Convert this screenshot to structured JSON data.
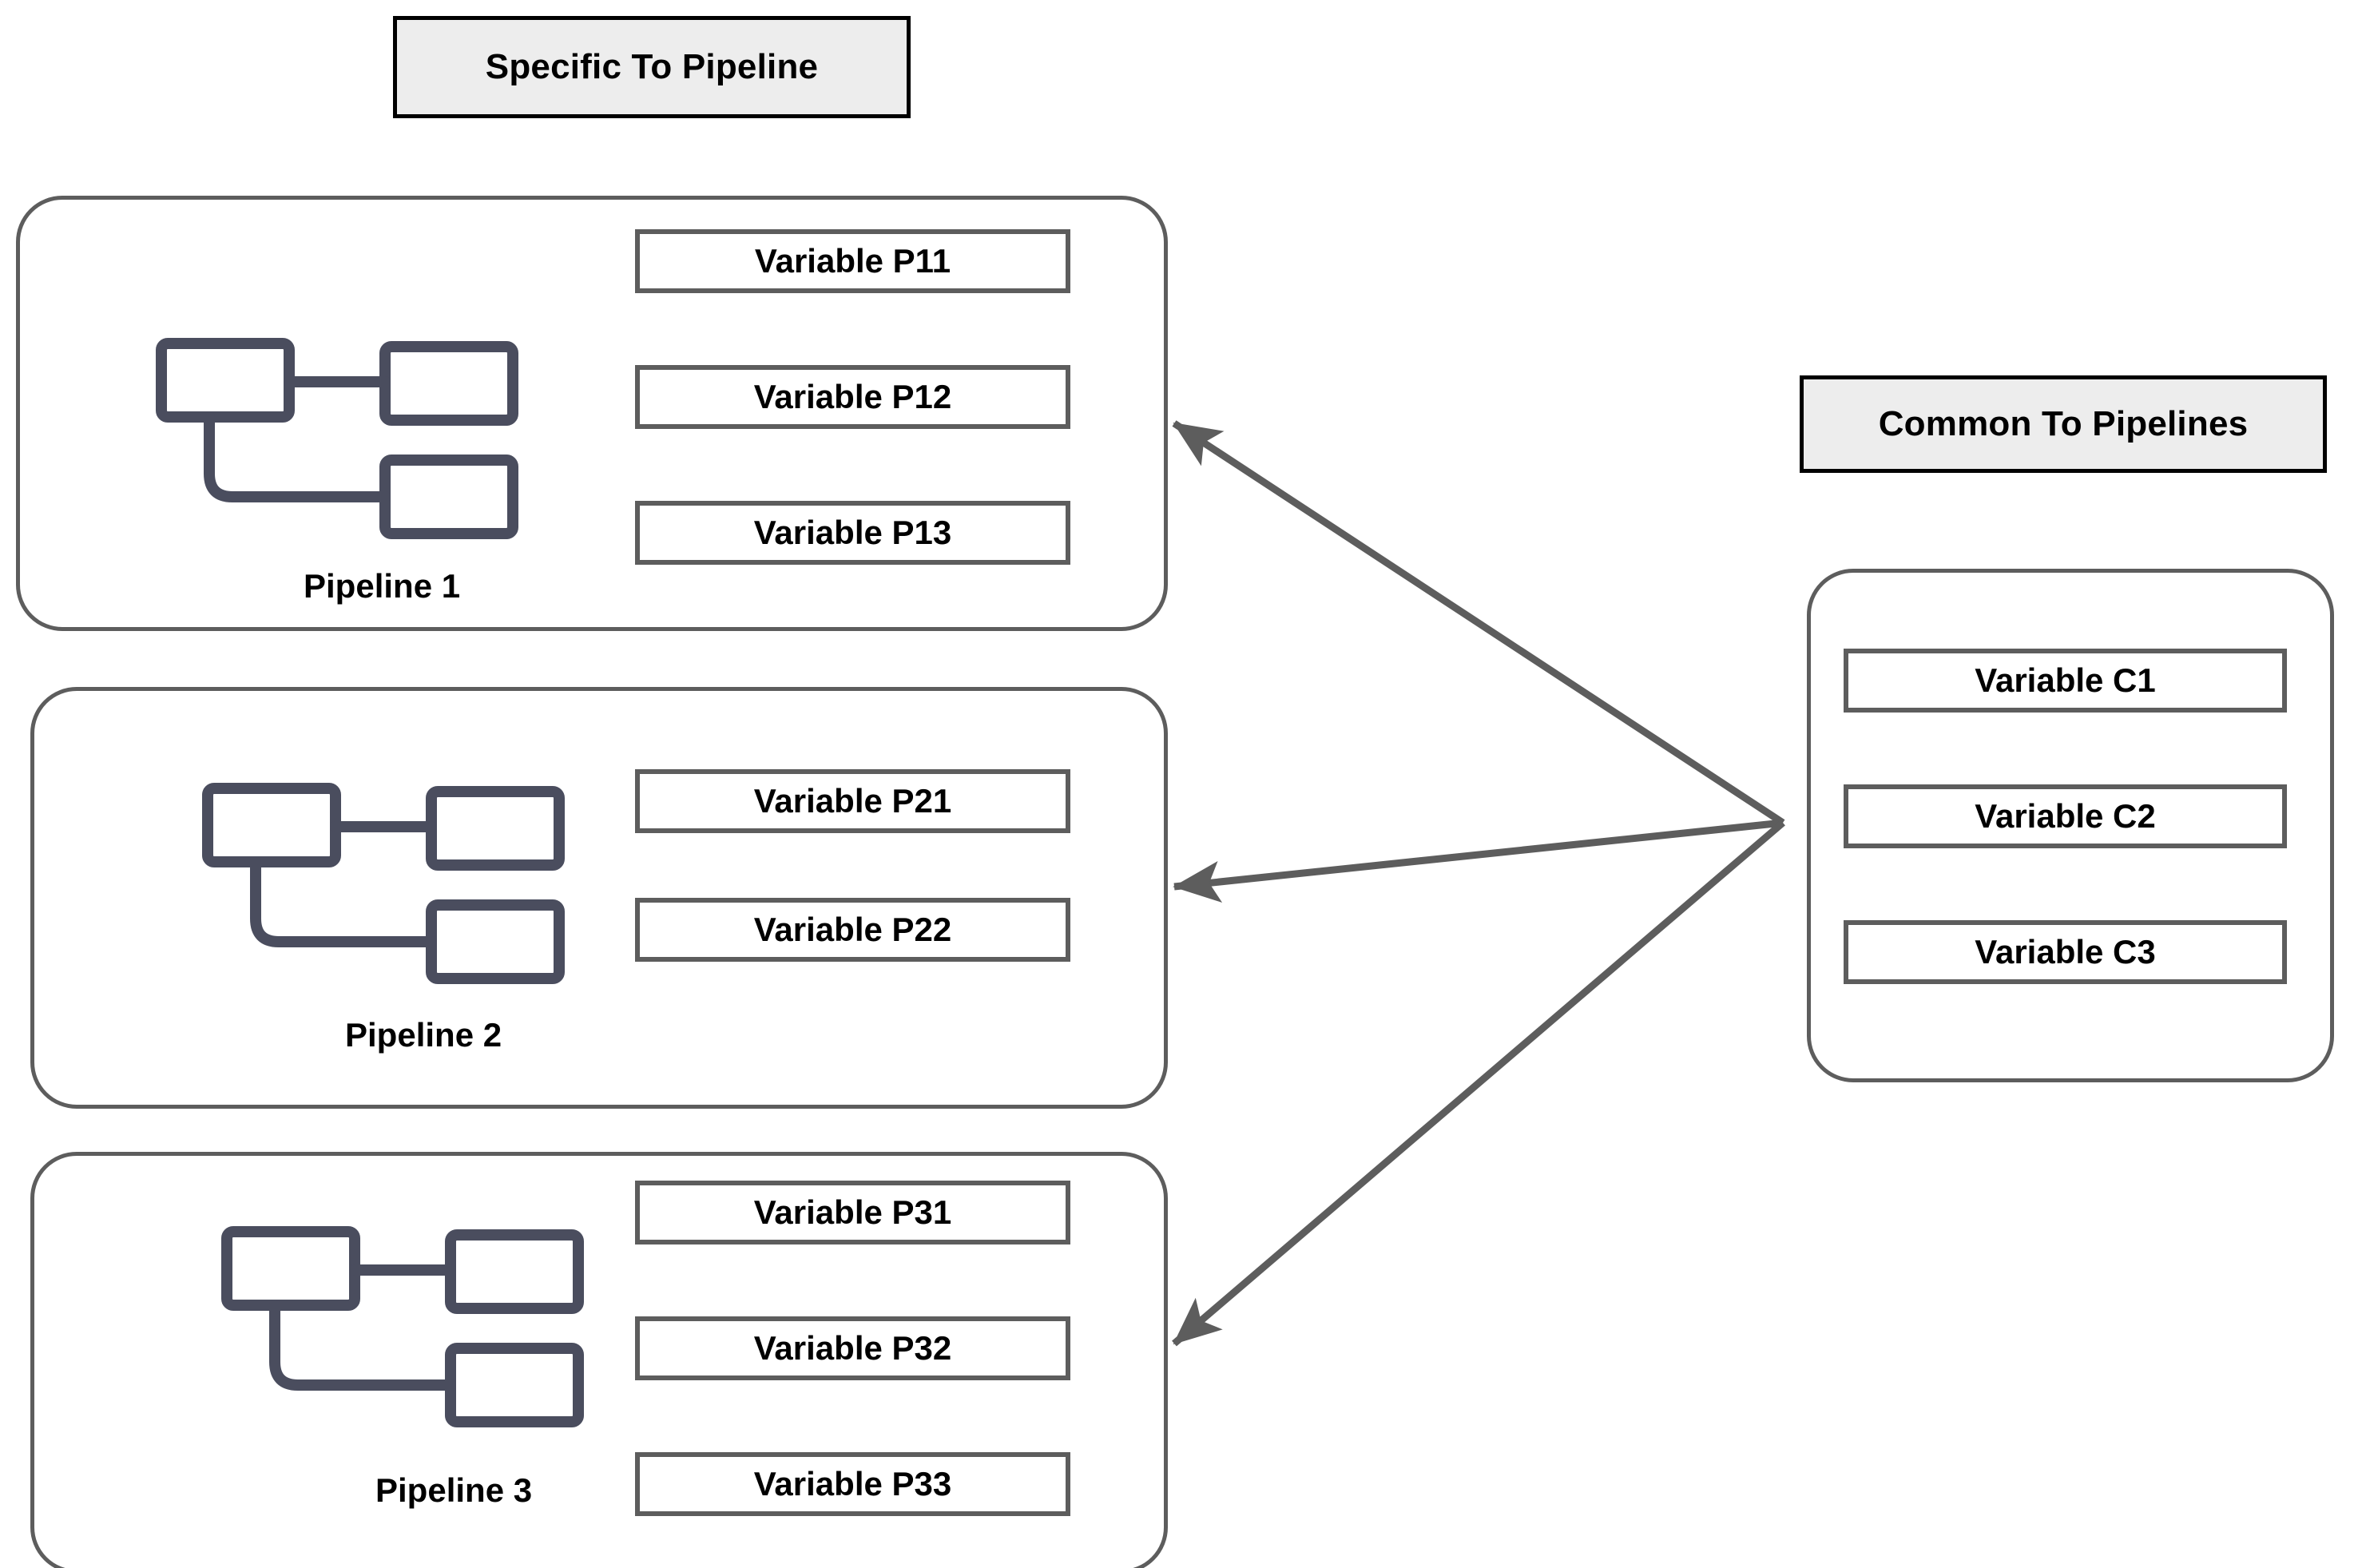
{
  "sections": {
    "specific": {
      "title": "Specific To Pipeline"
    },
    "common": {
      "title": "Common To Pipelines"
    }
  },
  "pipelines": [
    {
      "id": "pipeline-1",
      "caption": "Pipeline 1",
      "icon": "sitemap-icon",
      "variables": [
        {
          "id": "var-p11",
          "label": "Variable P11"
        },
        {
          "id": "var-p12",
          "label": "Variable P12"
        },
        {
          "id": "var-p13",
          "label": "Variable P13"
        }
      ]
    },
    {
      "id": "pipeline-2",
      "caption": "Pipeline 2",
      "icon": "sitemap-icon",
      "variables": [
        {
          "id": "var-p21",
          "label": "Variable P21"
        },
        {
          "id": "var-p22",
          "label": "Variable P22"
        }
      ]
    },
    {
      "id": "pipeline-3",
      "caption": "Pipeline 3",
      "icon": "sitemap-icon",
      "variables": [
        {
          "id": "var-p31",
          "label": "Variable P31"
        },
        {
          "id": "var-p32",
          "label": "Variable P32"
        },
        {
          "id": "var-p33",
          "label": "Variable P33"
        }
      ]
    }
  ],
  "common_variables": [
    {
      "id": "var-c1",
      "label": "Variable C1"
    },
    {
      "id": "var-c2",
      "label": "Variable C2"
    },
    {
      "id": "var-c3",
      "label": "Variable C3"
    }
  ],
  "connections": [
    {
      "from": "common-card",
      "to": "pipeline-1",
      "style": "arrow"
    },
    {
      "from": "common-card",
      "to": "pipeline-2",
      "style": "arrow"
    },
    {
      "from": "common-card",
      "to": "pipeline-3",
      "style": "arrow"
    }
  ],
  "colors": {
    "header_fill": "#ededed",
    "header_border": "#000000",
    "card_border": "#5d5d5d",
    "box_border": "#5d5d5d",
    "icon": "#4a4d5e",
    "arrow": "#5d5d5d",
    "text": "#000000",
    "background": "#ffffff"
  }
}
